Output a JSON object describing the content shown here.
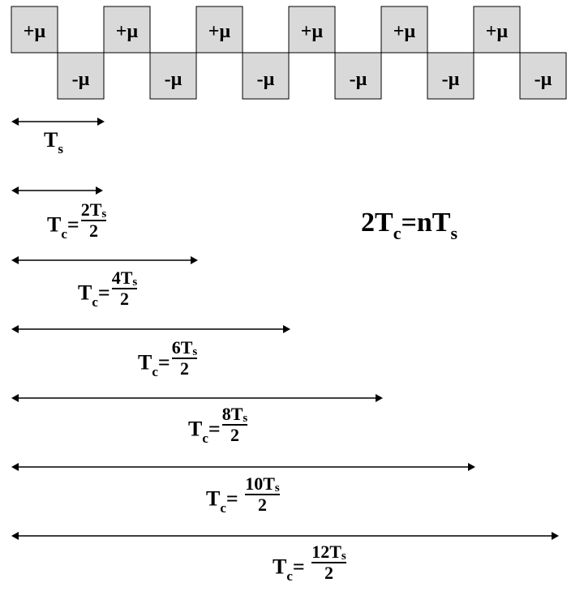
{
  "cells": {
    "top_label": "+µ",
    "bottom_label": "-µ",
    "count_per_row": 6
  },
  "ts_label": {
    "symbol": "T",
    "subscript": "s"
  },
  "relation": {
    "coef": "2",
    "symbol_a": "T",
    "sub_a": "c",
    "equals": "=n",
    "symbol_b": "T",
    "sub_b": "s"
  },
  "formulas": [
    {
      "lhs": "T",
      "lhs_sub": "c",
      "equals": "=",
      "coef": "2",
      "num_sym": "T",
      "num_sub": "s",
      "den": "2",
      "span": 1
    },
    {
      "lhs": "T",
      "lhs_sub": "c",
      "equals": "=",
      "coef": "4",
      "num_sym": "T",
      "num_sub": "s",
      "den": "2",
      "span": 2
    },
    {
      "lhs": "T",
      "lhs_sub": "c",
      "equals": "=",
      "coef": "6",
      "num_sym": "T",
      "num_sub": "s",
      "den": "2",
      "span": 3
    },
    {
      "lhs": "T",
      "lhs_sub": "c",
      "equals": "=",
      "coef": "8",
      "num_sym": "T",
      "num_sub": "s",
      "den": "2",
      "span": 4
    },
    {
      "lhs": "T",
      "lhs_sub": "c",
      "equals": "= ",
      "coef": "10",
      "num_sym": "T",
      "num_sub": "s",
      "den": "2",
      "span": 5
    },
    {
      "lhs": "T",
      "lhs_sub": "c",
      "equals": "= ",
      "coef": "12",
      "num_sym": "T",
      "num_sub": "s",
      "den": "2",
      "span": 6
    }
  ]
}
